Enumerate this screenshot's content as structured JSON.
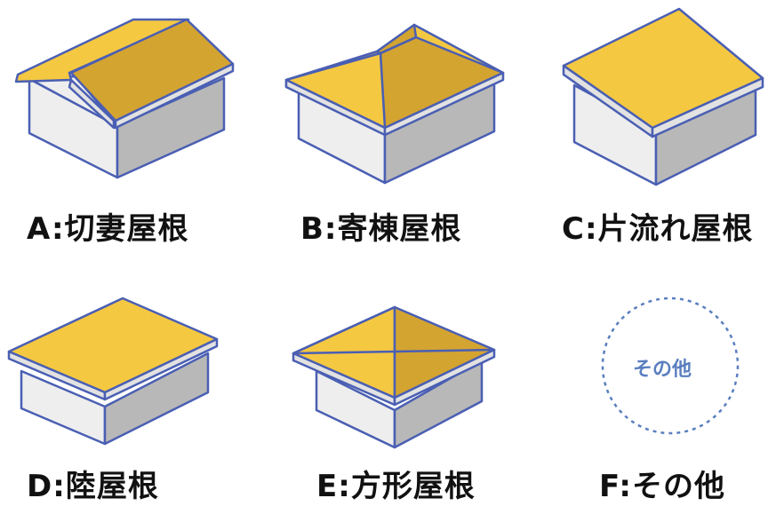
{
  "colors": {
    "roof_light": "#f5c842",
    "roof_dark": "#d4a431",
    "roof_mid": "#e5b746",
    "wall_front": "#eeeeee",
    "wall_side": "#b8b8b8",
    "eave": "#e2e2e2",
    "outline": "#4a5fb3",
    "circle_accent": "#5a7fbf"
  },
  "roofs": [
    {
      "id": "A",
      "label": "A:切妻屋根",
      "icon": "gable-roof-house-icon"
    },
    {
      "id": "B",
      "label": "B:寄棟屋根",
      "icon": "hip-roof-house-icon"
    },
    {
      "id": "C",
      "label": "C:片流れ屋根",
      "icon": "shed-roof-house-icon"
    },
    {
      "id": "D",
      "label": "D:陸屋根",
      "icon": "flat-roof-house-icon"
    },
    {
      "id": "E",
      "label": "E:方形屋根",
      "icon": "pyramid-roof-house-icon"
    },
    {
      "id": "F",
      "label": "F:その他",
      "icon": "other-dashed-circle-icon",
      "circle_text": "その他"
    }
  ]
}
